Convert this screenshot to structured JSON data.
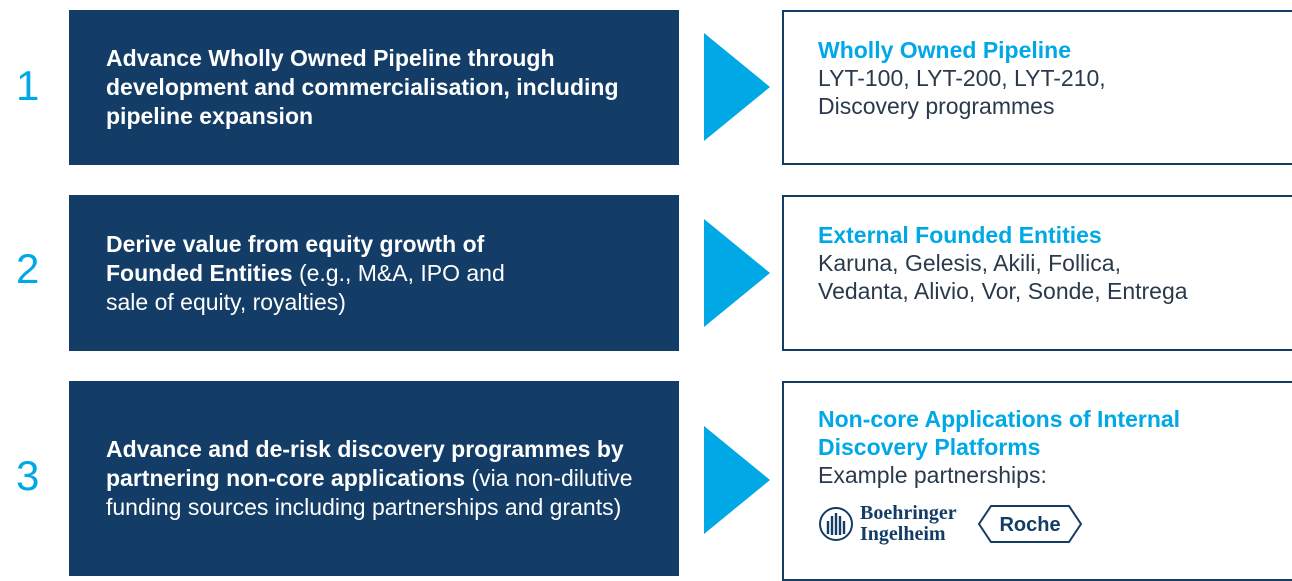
{
  "rows": [
    {
      "number": "1",
      "text_bold": "Advance Wholly Owned Pipeline through development and commercialisation, including pipeline expansion",
      "text_normal": "",
      "right_title": "Wholly Owned Pipeline",
      "right_lines": [
        "LYT-100, LYT-200, LYT-210,",
        "Discovery programmes"
      ]
    },
    {
      "number": "2",
      "text_bold": "Derive value from equity growth of Founded Entities",
      "text_normal": " (e.g., M&A, IPO and sale of equity, royalties)",
      "right_title": "External Founded Entities",
      "right_lines": [
        "Karuna, Gelesis, Akili, Follica,",
        "Vedanta, Alivio, Vor, Sonde, Entrega"
      ]
    },
    {
      "number": "3",
      "text_bold": "Advance and de-risk discovery programmes by partnering non-core applications",
      "text_normal": " (via non-dilutive funding sources including partnerships and grants)",
      "right_title": "Non-core Applications of Internal Discovery Platforms",
      "right_lines": [
        "Example partnerships:"
      ]
    }
  ],
  "logos": {
    "boehringer_line1": "Boehringer",
    "boehringer_line2": "Ingelheim",
    "roche": "Roche"
  },
  "colors": {
    "box_navy": "#133d66",
    "accent_blue": "#00a9e6",
    "arrow_blue": "#00a9e6"
  }
}
